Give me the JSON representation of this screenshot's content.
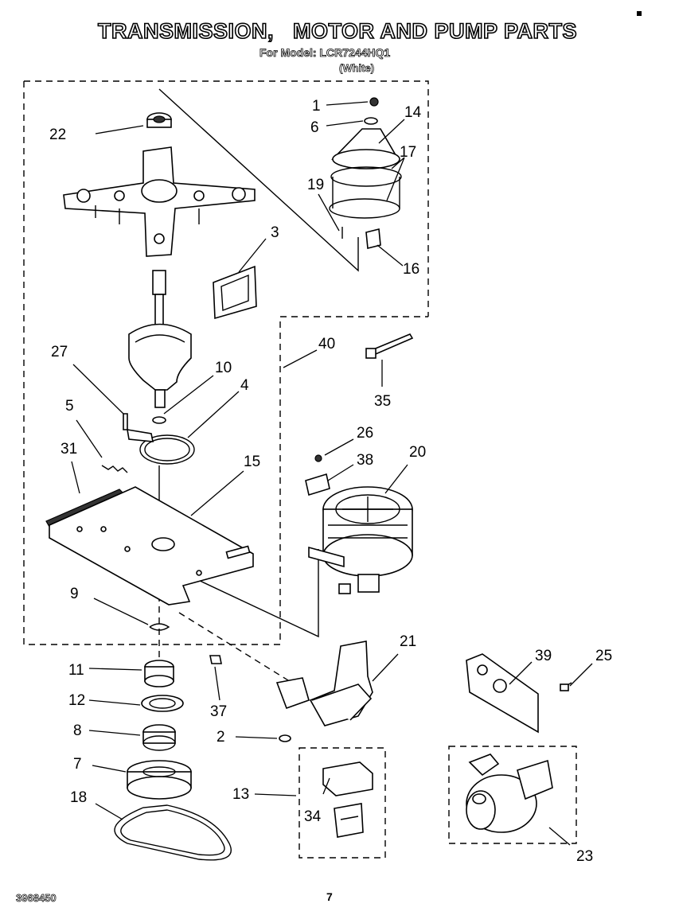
{
  "header": {
    "title": "TRANSMISSION,   MOTOR AND PUMP PARTS",
    "model": "For Model: LCR7244HQ1",
    "variant": "(White)"
  },
  "footer": {
    "doc_number": "3968450",
    "page_number": "7"
  },
  "callouts": [
    "1",
    "2",
    "3",
    "4",
    "5",
    "6",
    "7",
    "8",
    "9",
    "10",
    "11",
    "12",
    "13",
    "14",
    "15",
    "16",
    "17",
    "18",
    "19",
    "20",
    "21",
    "22",
    "23",
    "25",
    "26",
    "27",
    "31",
    "34",
    "35",
    "37",
    "38",
    "39",
    "40"
  ]
}
